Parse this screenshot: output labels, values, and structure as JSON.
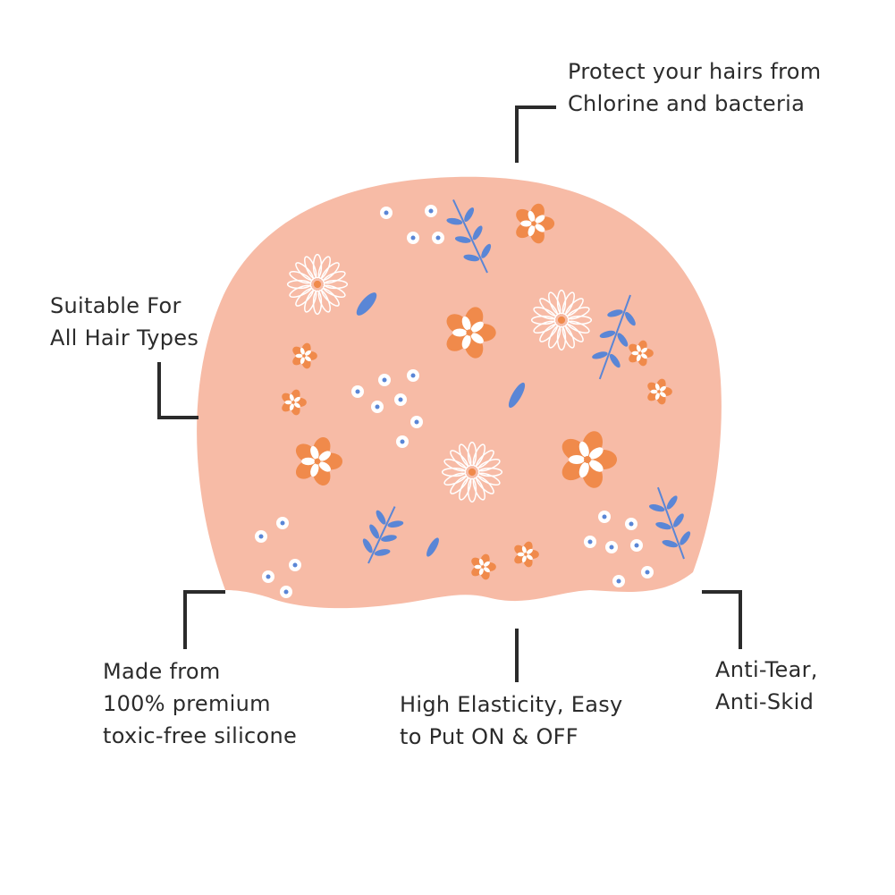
{
  "colors": {
    "cap": "#f7bba6",
    "text": "#2b2b2b",
    "leaf": "#5a86d6",
    "petal": "#f08a4b",
    "white": "#ffffff"
  },
  "callouts": {
    "chlorine": [
      "Protect your hairs from",
      "Chlorine and bacteria"
    ],
    "hair_types": [
      "Suitable For",
      "All Hair Types"
    ],
    "material": [
      "Made from",
      "100% premium",
      "toxic-free silicone"
    ],
    "elasticity": [
      "High Elasticity, Easy",
      "to Put ON & OFF"
    ],
    "durability": [
      "Anti-Tear,",
      "Anti-Skid"
    ]
  }
}
